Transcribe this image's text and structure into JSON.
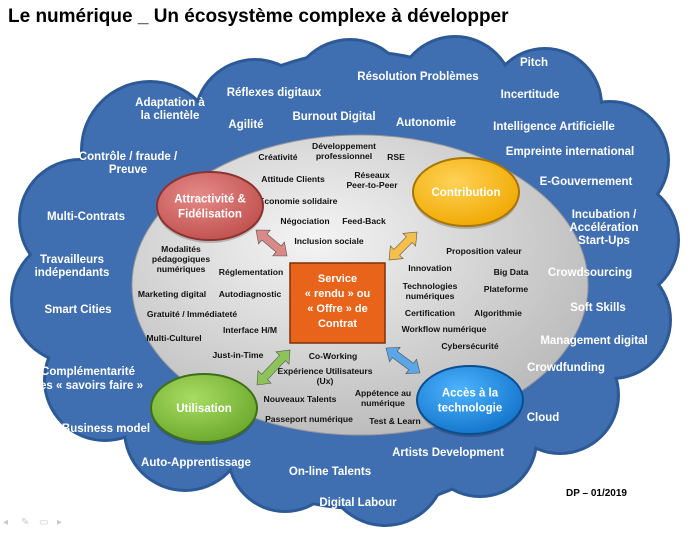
{
  "title": "Le numérique _ Un écosystème complexe à développer",
  "footer": "DP – 01/2019",
  "center": [
    "Service",
    "« rendu » ou",
    "« Offre » de",
    "Contrat"
  ],
  "bubbles": {
    "attractivite": [
      "Attractivité &",
      "Fidélisation"
    ],
    "contribution": [
      "Contribution"
    ],
    "utilisation": [
      "Utilisation"
    ],
    "acces": [
      "Accès à la",
      "technologie"
    ]
  },
  "colors": {
    "cloud": "#3f6fb0",
    "cloud_edge": "#2d5a96",
    "ellipse": "#d9d9d9",
    "center_box": "#e8641b",
    "attractivite": "#c0504d",
    "contribution": "#f0a800",
    "utilisation": "#6aa82c",
    "acces": "#1273c9"
  },
  "cloud_items": [
    [
      "Réflexes digitaux"
    ],
    [
      "Résolution Problèmes"
    ],
    [
      "Pitch"
    ],
    [
      "Adaptation à",
      "la clientèle"
    ],
    [
      "Agilité"
    ],
    [
      "Burnout Digital"
    ],
    [
      "Autonomie"
    ],
    [
      "Incertitude"
    ],
    [
      "Intelligence Artificielle"
    ],
    [
      "Contrôle / fraude /",
      "Preuve"
    ],
    [
      "Empreinte international"
    ],
    [
      "E-Gouvernement"
    ],
    [
      "Multi-Contrats"
    ],
    [
      "Incubation /",
      "Accélération",
      "Start-Ups"
    ],
    [
      "Travailleurs",
      "indépendants"
    ],
    [
      "Crowdsourcing"
    ],
    [
      "Smart Cities"
    ],
    [
      "Soft Skills"
    ],
    [
      "Management digital"
    ],
    [
      "Complémentarité",
      "des « savoirs faire »"
    ],
    [
      "Crowdfunding"
    ],
    [
      "Cloud"
    ],
    [
      "Business model"
    ],
    [
      "Artists Development"
    ],
    [
      "Auto-Apprentissage"
    ],
    [
      "On-line Talents"
    ],
    [
      "Digital Labour"
    ]
  ],
  "inner_items": [
    [
      "Développement",
      "professionnel"
    ],
    [
      "Créativité"
    ],
    [
      "RSE"
    ],
    [
      "Attitude Clients"
    ],
    [
      "Réseaux",
      "Peer-to-Peer"
    ],
    [
      "Economie solidaire"
    ],
    [
      "Négociation"
    ],
    [
      "Feed-Back"
    ],
    [
      "Inclusion sociale"
    ],
    [
      "Modalités",
      "pédagogiques",
      "numériques"
    ],
    [
      "Réglementation"
    ],
    [
      "Proposition valeur"
    ],
    [
      "Innovation"
    ],
    [
      "Big Data"
    ],
    [
      "Technologies",
      "numériques"
    ],
    [
      "Plateforme"
    ],
    [
      "Marketing digital"
    ],
    [
      "Autodiagnostic"
    ],
    [
      "Gratuité / Immédiateté"
    ],
    [
      "Certification"
    ],
    [
      "Algorithmie"
    ],
    [
      "Interface H/M"
    ],
    [
      "Workflow numérique"
    ],
    [
      "Multi-Culturel"
    ],
    [
      "Cybersécurité"
    ],
    [
      "Just-in-Time"
    ],
    [
      "Co-Working"
    ],
    [
      "Expérience Utilisateurs",
      "(Ux)"
    ],
    [
      "Nouveaux Talents"
    ],
    [
      "Appétence au",
      "numérique"
    ],
    [
      "Passeport numérique"
    ],
    [
      "Test & Learn"
    ]
  ]
}
